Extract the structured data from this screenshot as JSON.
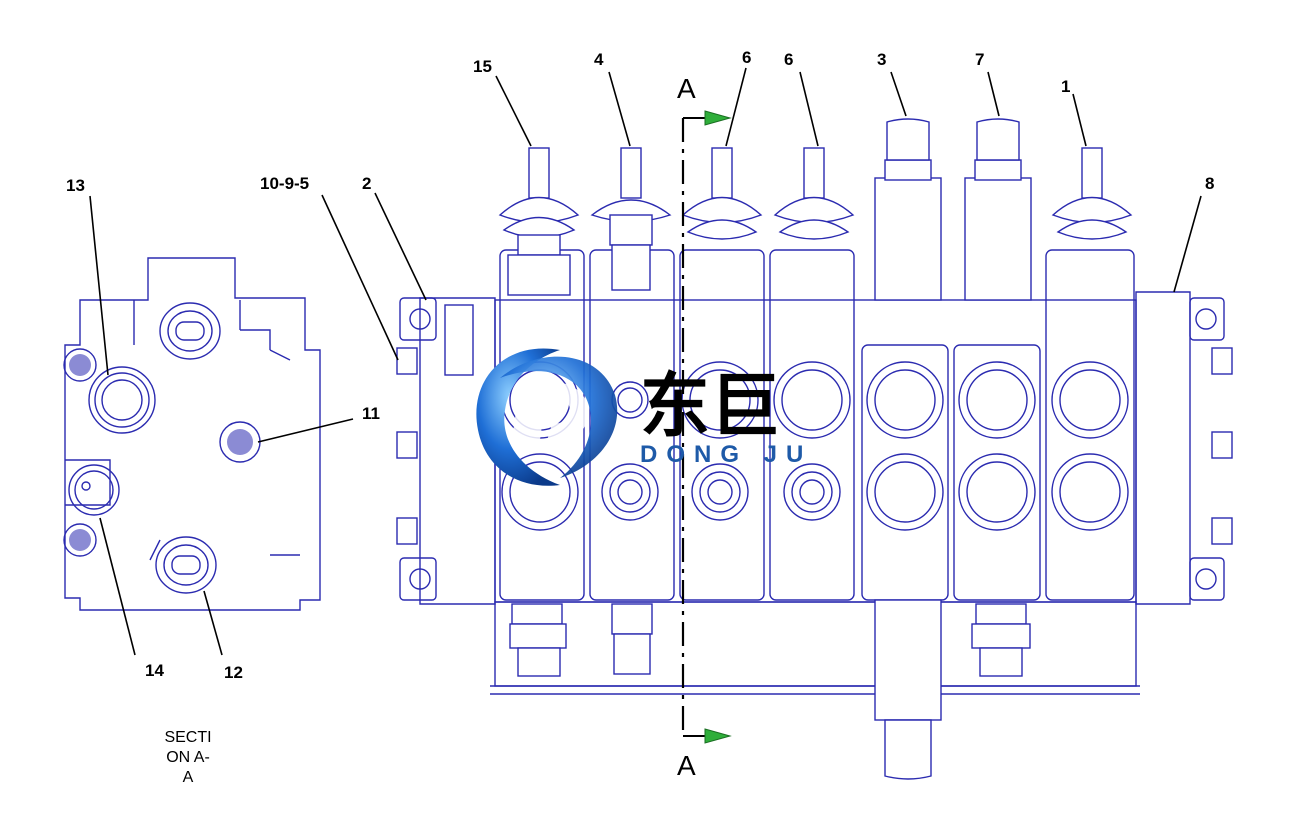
{
  "callouts": {
    "c15": "15",
    "c4": "4",
    "c6a": "6",
    "c6b": "6",
    "c3": "3",
    "c7": "7",
    "c1": "1",
    "c8": "8",
    "c2": "2",
    "c1095": "10-9-5",
    "c13": "13",
    "c11": "11",
    "c14": "14",
    "c12": "12"
  },
  "section": {
    "mark_top": "A",
    "mark_bottom": "A",
    "caption_line1": "SECTI",
    "caption_line2": "ON A-",
    "caption_line3": "A"
  },
  "watermark": {
    "chinese": "东巨",
    "latin": "DONG JU"
  },
  "colors": {
    "line": "#2b2bb0",
    "arrow": "#2fae3a",
    "logo_blue": "#1e5aa8"
  }
}
